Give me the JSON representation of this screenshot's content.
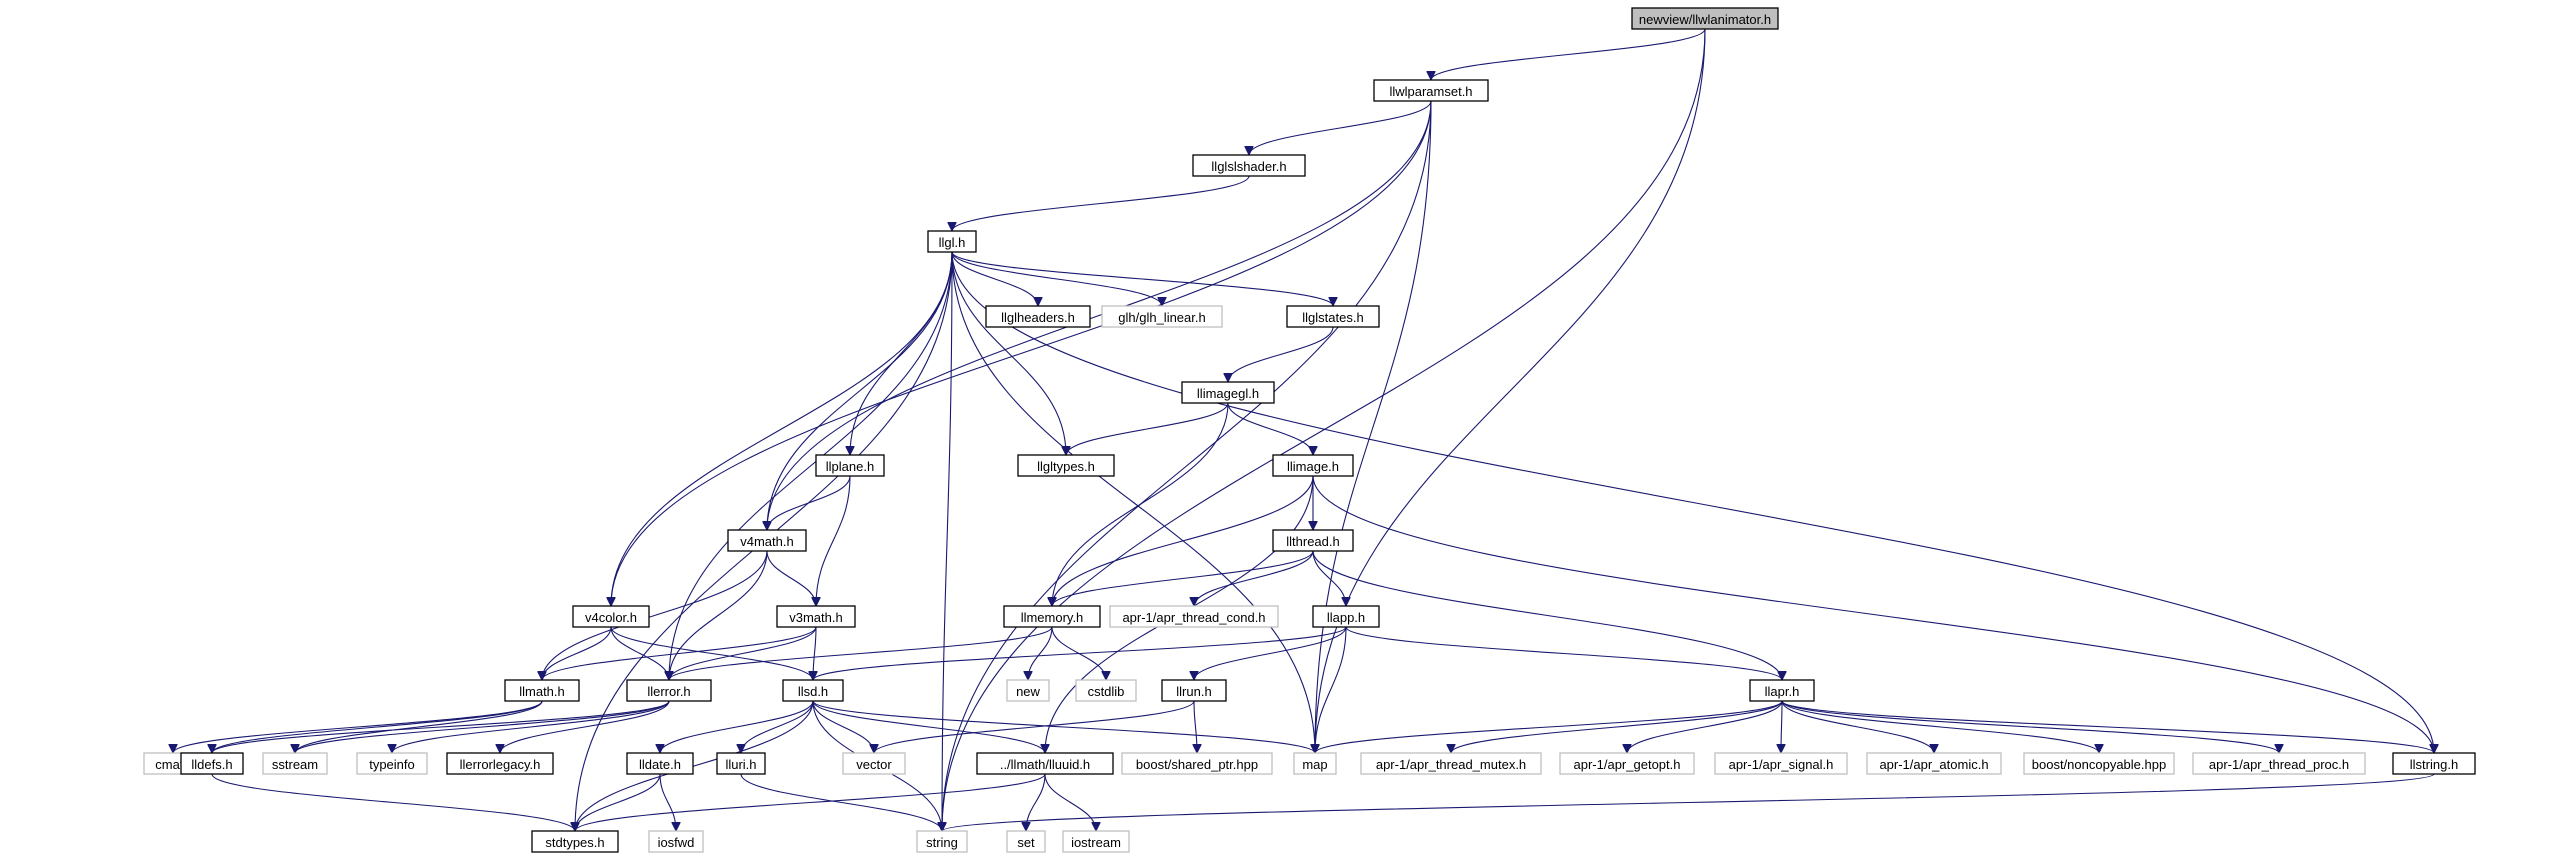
{
  "graph": {
    "root": "newview/llwlanimator.h",
    "colors": {
      "edge": "#191970",
      "root_fill": "#bfbfbf",
      "system_border": "#bfbfbf",
      "local_border": "#000000"
    },
    "nodes": [
      {
        "id": "root",
        "label": "newview/llwlanimator.h",
        "kind": "root"
      },
      {
        "id": "llwlparamset",
        "label": "llwlparamset.h",
        "kind": "local"
      },
      {
        "id": "llglslshader",
        "label": "llglslshader.h",
        "kind": "local"
      },
      {
        "id": "llgl",
        "label": "llgl.h",
        "kind": "local"
      },
      {
        "id": "llglheaders",
        "label": "llglheaders.h",
        "kind": "local"
      },
      {
        "id": "glh_linear",
        "label": "glh/glh_linear.h",
        "kind": "system"
      },
      {
        "id": "llglstates",
        "label": "llglstates.h",
        "kind": "local"
      },
      {
        "id": "llimagegl",
        "label": "llimagegl.h",
        "kind": "local"
      },
      {
        "id": "llgltypes",
        "label": "llgltypes.h",
        "kind": "local"
      },
      {
        "id": "llimage",
        "label": "llimage.h",
        "kind": "local"
      },
      {
        "id": "llplane",
        "label": "llplane.h",
        "kind": "local"
      },
      {
        "id": "v4math",
        "label": "v4math.h",
        "kind": "local"
      },
      {
        "id": "llthread",
        "label": "llthread.h",
        "kind": "local"
      },
      {
        "id": "v4color",
        "label": "v4color.h",
        "kind": "local"
      },
      {
        "id": "v3math",
        "label": "v3math.h",
        "kind": "local"
      },
      {
        "id": "llmemory",
        "label": "llmemory.h",
        "kind": "local"
      },
      {
        "id": "apr_thread_cond",
        "label": "apr-1/apr_thread_cond.h",
        "kind": "system"
      },
      {
        "id": "llapp",
        "label": "llapp.h",
        "kind": "local"
      },
      {
        "id": "llmath",
        "label": "llmath.h",
        "kind": "local"
      },
      {
        "id": "llerror",
        "label": "llerror.h",
        "kind": "local"
      },
      {
        "id": "llsd",
        "label": "llsd.h",
        "kind": "local"
      },
      {
        "id": "new",
        "label": "new",
        "kind": "system"
      },
      {
        "id": "cstdlib",
        "label": "cstdlib",
        "kind": "system"
      },
      {
        "id": "llrun",
        "label": "llrun.h",
        "kind": "local"
      },
      {
        "id": "llapr",
        "label": "llapr.h",
        "kind": "local"
      },
      {
        "id": "cmath",
        "label": "cmath",
        "kind": "system"
      },
      {
        "id": "lldefs",
        "label": "lldefs.h",
        "kind": "local"
      },
      {
        "id": "sstream",
        "label": "sstream",
        "kind": "system"
      },
      {
        "id": "typeinfo",
        "label": "typeinfo",
        "kind": "system"
      },
      {
        "id": "llerrorlegacy",
        "label": "llerrorlegacy.h",
        "kind": "local"
      },
      {
        "id": "lldate",
        "label": "lldate.h",
        "kind": "local"
      },
      {
        "id": "lluri",
        "label": "lluri.h",
        "kind": "local"
      },
      {
        "id": "vector",
        "label": "vector",
        "kind": "system"
      },
      {
        "id": "lluuid",
        "label": "../llmath/lluuid.h",
        "kind": "local"
      },
      {
        "id": "shared_ptr",
        "label": "boost/shared_ptr.hpp",
        "kind": "system"
      },
      {
        "id": "map",
        "label": "map",
        "kind": "system"
      },
      {
        "id": "apr_thread_mutex",
        "label": "apr-1/apr_thread_mutex.h",
        "kind": "system"
      },
      {
        "id": "apr_getopt",
        "label": "apr-1/apr_getopt.h",
        "kind": "system"
      },
      {
        "id": "apr_signal",
        "label": "apr-1/apr_signal.h",
        "kind": "system"
      },
      {
        "id": "apr_atomic",
        "label": "apr-1/apr_atomic.h",
        "kind": "system"
      },
      {
        "id": "noncopyable",
        "label": "boost/noncopyable.hpp",
        "kind": "system"
      },
      {
        "id": "apr_thread_proc",
        "label": "apr-1/apr_thread_proc.h",
        "kind": "system"
      },
      {
        "id": "llstring",
        "label": "llstring.h",
        "kind": "local"
      },
      {
        "id": "stdtypes",
        "label": "stdtypes.h",
        "kind": "local"
      },
      {
        "id": "iosfwd",
        "label": "iosfwd",
        "kind": "system"
      },
      {
        "id": "string",
        "label": "string",
        "kind": "system"
      },
      {
        "id": "set",
        "label": "set",
        "kind": "system"
      },
      {
        "id": "iostream",
        "label": "iostream",
        "kind": "system"
      }
    ],
    "edges": [
      [
        "root",
        "llwlparamset"
      ],
      [
        "root",
        "map"
      ],
      [
        "root",
        "string"
      ],
      [
        "llwlparamset",
        "llglslshader"
      ],
      [
        "llwlparamset",
        "v4math"
      ],
      [
        "llwlparamset",
        "v4color"
      ],
      [
        "llwlparamset",
        "map"
      ],
      [
        "llwlparamset",
        "string"
      ],
      [
        "llglslshader",
        "llgl"
      ],
      [
        "llgl",
        "llglheaders"
      ],
      [
        "llgl",
        "glh_linear"
      ],
      [
        "llgl",
        "llglstates"
      ],
      [
        "llgl",
        "llgltypes"
      ],
      [
        "llgl",
        "llplane"
      ],
      [
        "llgl",
        "v4math"
      ],
      [
        "llgl",
        "v4color"
      ],
      [
        "llgl",
        "llerror"
      ],
      [
        "llgl",
        "llstring"
      ],
      [
        "llgl",
        "stdtypes"
      ],
      [
        "llgl",
        "string"
      ],
      [
        "llgl",
        "map"
      ],
      [
        "llglstates",
        "llimagegl"
      ],
      [
        "llimagegl",
        "llgltypes"
      ],
      [
        "llimagegl",
        "llimage"
      ],
      [
        "llimagegl",
        "llmemory"
      ],
      [
        "llimage",
        "llthread"
      ],
      [
        "llimage",
        "llmemory"
      ],
      [
        "llimage",
        "lluuid"
      ],
      [
        "llimage",
        "llstring"
      ],
      [
        "llplane",
        "v4math"
      ],
      [
        "llplane",
        "v3math"
      ],
      [
        "v4math",
        "v3math"
      ],
      [
        "v4math",
        "llmath"
      ],
      [
        "v4math",
        "llerror"
      ],
      [
        "llthread",
        "llmemory"
      ],
      [
        "llthread",
        "apr_thread_cond"
      ],
      [
        "llthread",
        "llapp"
      ],
      [
        "llthread",
        "llapr"
      ],
      [
        "v4color",
        "llmath"
      ],
      [
        "v4color",
        "llerror"
      ],
      [
        "v4color",
        "llsd"
      ],
      [
        "v3math",
        "llmath"
      ],
      [
        "v3math",
        "llerror"
      ],
      [
        "v3math",
        "llsd"
      ],
      [
        "llmemory",
        "llerror"
      ],
      [
        "llmemory",
        "new"
      ],
      [
        "llmemory",
        "cstdlib"
      ],
      [
        "llapp",
        "llsd"
      ],
      [
        "llapp",
        "llrun"
      ],
      [
        "llapp",
        "llapr"
      ],
      [
        "llapp",
        "map"
      ],
      [
        "llmath",
        "cmath"
      ],
      [
        "llmath",
        "lldefs"
      ],
      [
        "llmath",
        "sstream"
      ],
      [
        "llerror",
        "sstream"
      ],
      [
        "llerror",
        "typeinfo"
      ],
      [
        "llerror",
        "llerrorlegacy"
      ],
      [
        "llerror",
        "lldefs"
      ],
      [
        "llsd",
        "map"
      ],
      [
        "llsd",
        "vector"
      ],
      [
        "llsd",
        "string"
      ],
      [
        "llsd",
        "lldate"
      ],
      [
        "llsd",
        "lluri"
      ],
      [
        "llsd",
        "lluuid"
      ],
      [
        "llsd",
        "stdtypes"
      ],
      [
        "llrun",
        "vector"
      ],
      [
        "llrun",
        "shared_ptr"
      ],
      [
        "llapr",
        "apr_thread_mutex"
      ],
      [
        "llapr",
        "apr_getopt"
      ],
      [
        "llapr",
        "apr_signal"
      ],
      [
        "llapr",
        "apr_atomic"
      ],
      [
        "llapr",
        "noncopyable"
      ],
      [
        "llapr",
        "apr_thread_proc"
      ],
      [
        "llapr",
        "llstring"
      ],
      [
        "llapr",
        "map"
      ],
      [
        "lldefs",
        "stdtypes"
      ],
      [
        "lldate",
        "stdtypes"
      ],
      [
        "lldate",
        "iosfwd"
      ],
      [
        "lluri",
        "string"
      ],
      [
        "lluuid",
        "stdtypes"
      ],
      [
        "lluuid",
        "set"
      ],
      [
        "lluuid",
        "iostream"
      ],
      [
        "llstring",
        "string"
      ]
    ]
  }
}
